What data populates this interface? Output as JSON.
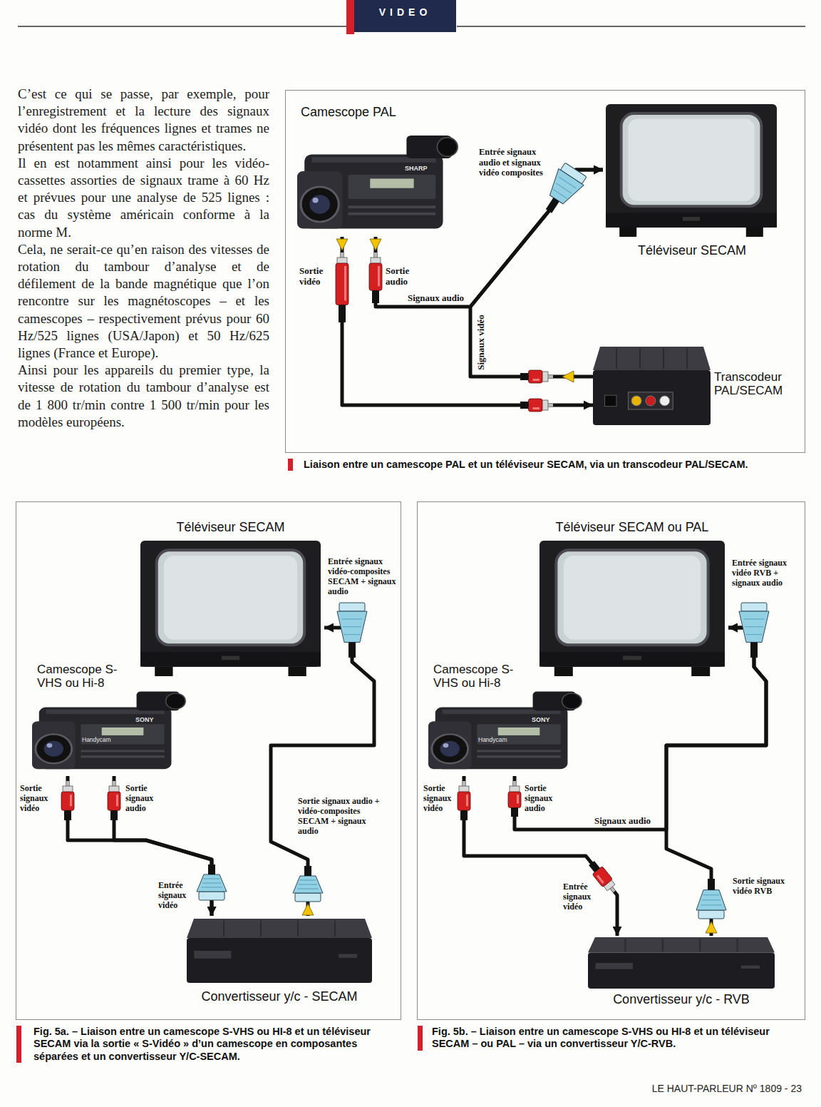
{
  "diagram": {
    "nodes": [
      {
        "text": [
          "Liaison entre un camescope PAL et un téléviseur SECAM, via un transcodeur PAL/SECAM."
        ]
      },
      {
        "text": [
          "Camescope PAL"
        ],
        "in": 0
      },
      {
        "text": [
          "Téléviseur SECAM"
        ],
        "in": 0
      },
      {
        "text": [
          "Transcodeur PAL/SECAM"
        ],
        "in": 0
      },
      {
        "text": [
          "Fig. 5a. – Liaison entre un camescope S-VHS ou HI-8 et un téléviseur SECAM via la sortie « S-Vidéo » d’un camescope en composantes séparées et un convertisseur Y/C-SECAM."
        ]
      },
      {
        "text": [
          "Téléviseur SECAM"
        ],
        "in": 4
      },
      {
        "text": [
          "Camescope S-VHS ou Hi-8"
        ],
        "in": 4
      },
      {
        "text": [
          "Convertisseur y/c - SECAM"
        ],
        "in": 4
      },
      {
        "text": [
          "Fig. 5b. – Liaison entre un camescope S-VHS ou HI-8 et un téléviseur SECAM – ou PAL – via un convertisseur Y/C-RVB."
        ]
      },
      {
        "text": [
          "Téléviseur SECAM ou PAL"
        ],
        "in": 8
      },
      {
        "text": [
          "Camescope S-VHS ou Hi-8"
        ],
        "in": 8
      },
      {
        "text": [
          "Convertisseur y/c - RVB"
        ],
        "in": 8
      }
    ],
    "edges": [
      {
        "from": 1,
        "to": 2,
        "label": "Signaux audio",
        "arrow": "to"
      },
      {
        "from": 1,
        "to": 3,
        "arrow": "to"
      },
      {
        "from": 3,
        "to": 2,
        "label": "Signaux vidéo",
        "arrow": "to"
      },
      {
        "from": 6,
        "to": 7,
        "arrow": "to"
      },
      {
        "from": 6,
        "to": 7,
        "arrow": "to"
      },
      {
        "from": 7,
        "to": 5,
        "arrow": "to"
      },
      {
        "from": 10,
        "to": 11,
        "arrow": "to"
      },
      {
        "from": 10,
        "to": 9,
        "label": "Signaux audio",
        "arrow": "to"
      },
      {
        "from": 11,
        "to": 9,
        "arrow": "to"
      }
    ],
    "labels": [
      "VIDEO",
      "C’est ce qui se passe, par exemple, pour l’enregistrement et la lecture des signaux vidéo dont les fréquences lignes et trames ne présentent pas les mêmes caractéristiques.",
      "Il en est notamment ainsi pour les vidéo-cassettes assorties de signaux trame à 60 Hz et prévues pour une analyse de 525 lignes : cas du système américain conforme à la norme M.",
      "Cela, ne serait-ce qu’en raison des vitesses de rotation du tambour d’analyse et de défilement de la bande magnétique que l’on rencontre sur les magnétoscopes – et les camescopes – respectivement prévus pour 60 Hz/525 lignes (USA/Japon) et 50 Hz/625 lignes (France et Europe).",
      "Ainsi pour les appareils du premier type, la vitesse de rotation du tambour d’analyse est de 1 800 tr/min contre 1 500 tr/min pour les modèles européens.",
      "Sortie vidéo",
      "Sortie audio",
      "Entrée signaux audio et signaux vidéo composites",
      "SHARP",
      "Entrée signaux vidéo-composites SECAM + signaux audio",
      "SONY",
      "Handycam",
      "Sortie signaux vidéo",
      "Sortie signaux audio",
      "Sortie signaux audio + vidéo-composites SECAM + signaux audio",
      "Entrée signaux vidéo",
      "Entrée signaux vidéo RVB + signaux audio",
      "SONY",
      "Handycam",
      "Sortie signaux vidéo",
      "Sortie signaux audio",
      "Sortie signaux vidéo RVB",
      "Entrée signaux vidéo",
      "LE HAUT-PARLEUR Nº 1809 - 23"
    ]
  }
}
